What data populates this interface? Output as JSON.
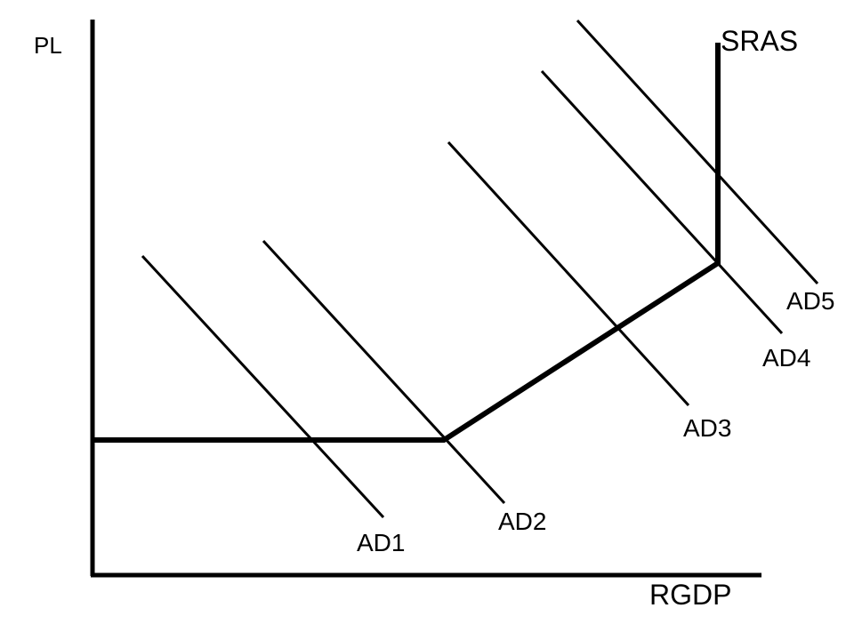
{
  "diagram": {
    "y_axis_label": "PL",
    "x_axis_label": "RGDP",
    "sras_label": "SRAS",
    "ad_curves": [
      {
        "label": "AD1"
      },
      {
        "label": "AD2"
      },
      {
        "label": "AD3"
      },
      {
        "label": "AD4"
      },
      {
        "label": "AD5"
      }
    ],
    "colors": {
      "line": "#000000",
      "background": "#ffffff"
    }
  }
}
